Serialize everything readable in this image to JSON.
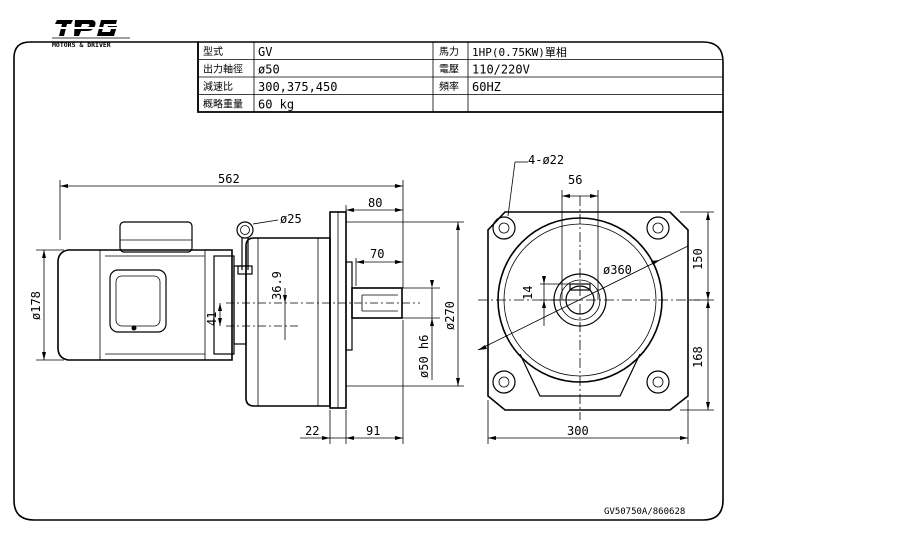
{
  "logo": {
    "brand": "TPG",
    "tagline": "MOTORS & DRIVER"
  },
  "spec_table": {
    "rows": [
      {
        "label1": "型式",
        "value1": "GV",
        "label2": "馬力",
        "value2": "1HP(0.75KW)單相"
      },
      {
        "label1": "出力軸徑",
        "value1": "ø50",
        "label2": "電壓",
        "value2": "110/220V"
      },
      {
        "label1": "減速比",
        "value1": "300,375,450",
        "label2": "頻率",
        "value2": "60HZ"
      },
      {
        "label1": "概略重量",
        "value1": "60 kg",
        "label2": "",
        "value2": ""
      }
    ]
  },
  "dimensions": {
    "overall_length": "562",
    "flange_to_shaft": "80",
    "shaft_length": "70",
    "eyebolt_dia": "ø25",
    "motor_dia": "ø178",
    "offset_369": "36.9",
    "offset_41": "41",
    "shaft_dia": "ø50 h6",
    "housing_dia": "ø270",
    "flange_thickness": "22",
    "shaft_ext": "91",
    "bolt_holes": "4-ø22",
    "key_width": "56",
    "key_depth": "14",
    "pcd": "ø360",
    "upper_height": "150",
    "lower_height": "168",
    "flange_width": "300"
  },
  "drawing_no": "GV50750A/860628"
}
